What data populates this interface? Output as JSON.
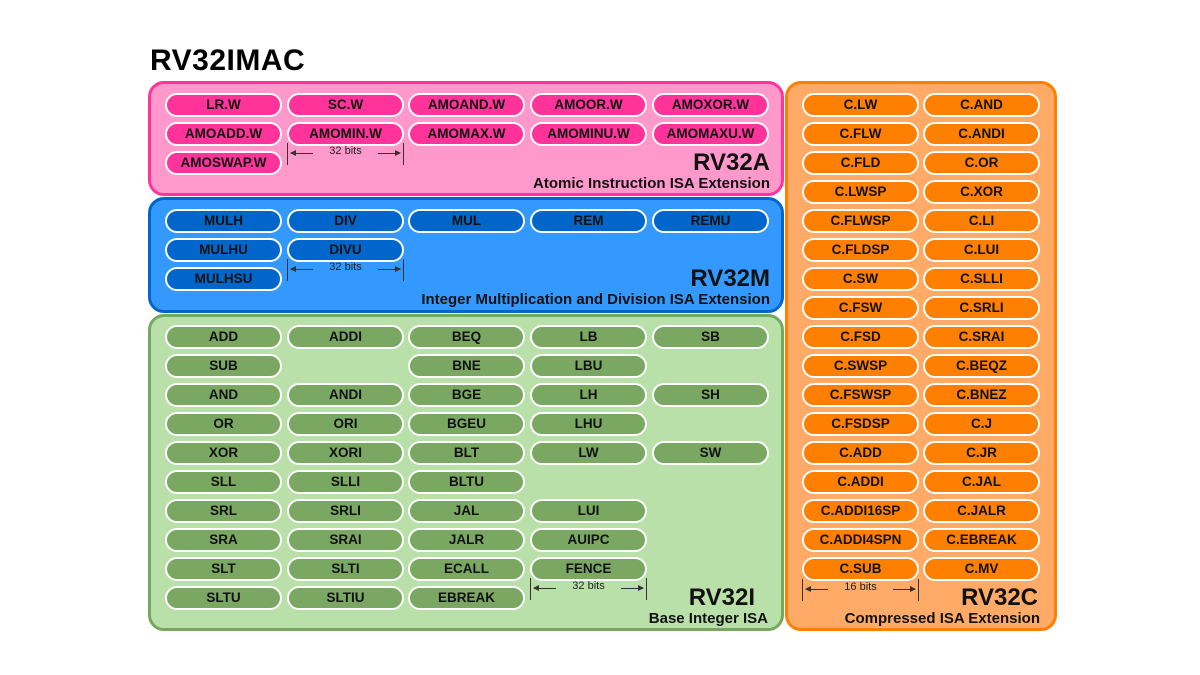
{
  "title": "RV32IMAC",
  "colors": {
    "rv32a_fill": "#ff99cc",
    "rv32a_border": "#ff3399",
    "rv32a_pill": "#ff3399",
    "rv32m_fill": "#3399ff",
    "rv32m_border": "#0066cc",
    "rv32m_pill": "#0066cc",
    "rv32i_fill": "#b8e0a8",
    "rv32i_border": "#77a65e",
    "rv32i_pill": "#7aa862",
    "rv32c_fill": "#ffaa66",
    "rv32c_border": "#ff7f00",
    "rv32c_pill": "#ff7f00"
  },
  "rv32a": {
    "name": "RV32A",
    "description": "Atomic Instruction ISA Extension",
    "bit_width": "32 bits",
    "rows": [
      [
        "LR.W",
        "SC.W",
        "AMOAND.W",
        "AMOOR.W",
        "AMOXOR.W"
      ],
      [
        "AMOADD.W",
        "AMOMIN.W",
        "AMOMAX.W",
        "AMOMINU.W",
        "AMOMAXU.W"
      ],
      [
        "AMOSWAP.W",
        "",
        "",
        "",
        ""
      ]
    ]
  },
  "rv32m": {
    "name": "RV32M",
    "description": "Integer Multiplication and Division ISA Extension",
    "bit_width": "32 bits",
    "rows": [
      [
        "MULH",
        "DIV",
        "MUL",
        "REM",
        "REMU"
      ],
      [
        "MULHU",
        "DIVU",
        "",
        "",
        ""
      ],
      [
        "MULHSU",
        "",
        "",
        "",
        ""
      ]
    ]
  },
  "rv32i": {
    "name": "RV32I",
    "description": "Base Integer ISA",
    "bit_width": "32 bits",
    "rows": [
      [
        "ADD",
        "ADDI",
        "BEQ",
        "LB",
        "SB"
      ],
      [
        "SUB",
        "",
        "BNE",
        "LBU",
        ""
      ],
      [
        "AND",
        "ANDI",
        "BGE",
        "LH",
        "SH"
      ],
      [
        "OR",
        "ORI",
        "BGEU",
        "LHU",
        ""
      ],
      [
        "XOR",
        "XORI",
        "BLT",
        "LW",
        "SW"
      ],
      [
        "SLL",
        "SLLI",
        "BLTU",
        "",
        ""
      ],
      [
        "SRL",
        "SRLI",
        "JAL",
        "LUI",
        ""
      ],
      [
        "SRA",
        "SRAI",
        "JALR",
        "AUIPC",
        ""
      ],
      [
        "SLT",
        "SLTI",
        "ECALL",
        "FENCE",
        ""
      ],
      [
        "SLTU",
        "SLTIU",
        "EBREAK",
        "",
        ""
      ]
    ]
  },
  "rv32c": {
    "name": "RV32C",
    "description": "Compressed ISA Extension",
    "bit_width": "16 bits",
    "rows": [
      [
        "C.LW",
        "C.AND"
      ],
      [
        "C.FLW",
        "C.ANDI"
      ],
      [
        "C.FLD",
        "C.OR"
      ],
      [
        "C.LWSP",
        "C.XOR"
      ],
      [
        "C.FLWSP",
        "C.LI"
      ],
      [
        "C.FLDSP",
        "C.LUI"
      ],
      [
        "C.SW",
        "C.SLLI"
      ],
      [
        "C.FSW",
        "C.SRLI"
      ],
      [
        "C.FSD",
        "C.SRAI"
      ],
      [
        "C.SWSP",
        "C.BEQZ"
      ],
      [
        "C.FSWSP",
        "C.BNEZ"
      ],
      [
        "C.FSDSP",
        "C.J"
      ],
      [
        "C.ADD",
        "C.JR"
      ],
      [
        "C.ADDI",
        "C.JAL"
      ],
      [
        "C.ADDI16SP",
        "C.JALR"
      ],
      [
        "C.ADDI4SPN",
        "C.EBREAK"
      ],
      [
        "C.SUB",
        "C.MV"
      ]
    ]
  }
}
